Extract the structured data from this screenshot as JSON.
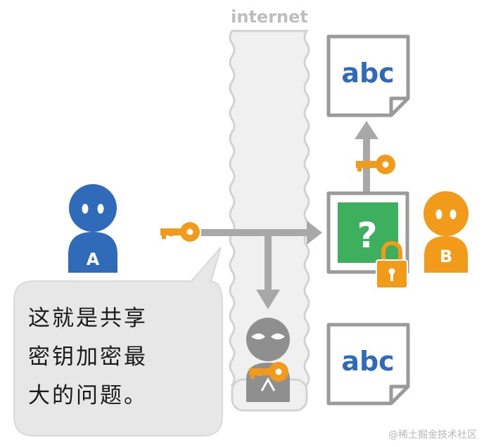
{
  "diagram": {
    "internet_label": "internet",
    "user_a_label": "A",
    "user_b_label": "B",
    "question_mark": "?",
    "document_top_text": "abc",
    "document_bottom_text": "abc",
    "caption_lines": [
      "这就是共享",
      "密钥加密最",
      "大的问题。"
    ],
    "watermark": "@稀土掘金技术社区"
  },
  "colors": {
    "user_a": "#2f6bb8",
    "user_b": "#f29b1b",
    "key": "#f29b1b",
    "document_text": "#2f6bb8",
    "encrypted_box": "#3daf5f",
    "arrow": "#a8a8a8",
    "internet_band": "#f0f0f0",
    "bubble": "#e7e7e7"
  }
}
